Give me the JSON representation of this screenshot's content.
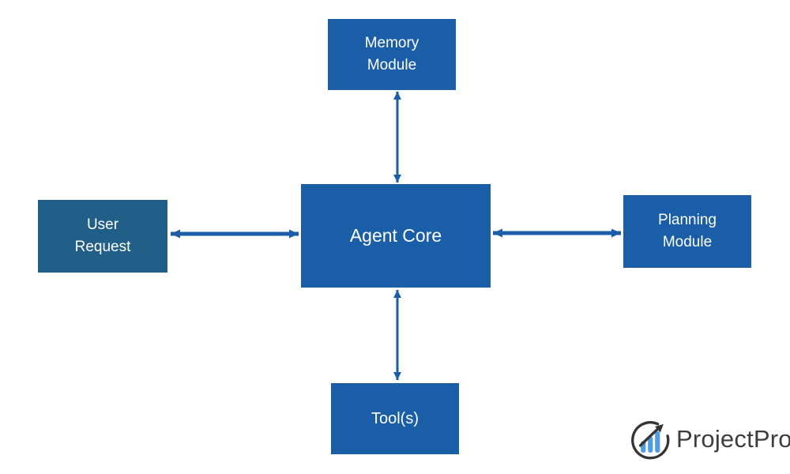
{
  "diagram": {
    "nodes": {
      "memory": {
        "lines": [
          "Memory",
          "Module"
        ]
      },
      "agent_core": {
        "lines": [
          "Agent Core"
        ]
      },
      "user_request": {
        "lines": [
          "User",
          "Request"
        ]
      },
      "planning": {
        "lines": [
          "Planning",
          "Module"
        ]
      },
      "tools": {
        "lines": [
          "Tool(s)"
        ]
      }
    },
    "connectors": [
      {
        "from": "memory",
        "to": "agent_core",
        "direction": "bidirectional"
      },
      {
        "from": "user_request",
        "to": "agent_core",
        "direction": "bidirectional"
      },
      {
        "from": "planning",
        "to": "agent_core",
        "direction": "bidirectional"
      },
      {
        "from": "tools",
        "to": "agent_core",
        "direction": "bidirectional"
      }
    ]
  },
  "logo": {
    "text": "ProjectPro",
    "icon": "bar-chart-growth-icon"
  },
  "colors": {
    "node_fill": "#1b5ea8",
    "user_request_fill": "#215f88",
    "arrow": "#1b5ea8",
    "logo_text": "#3d3d3d",
    "logo_stroke": "#343434",
    "logo_bars": "#4f9ce1"
  }
}
